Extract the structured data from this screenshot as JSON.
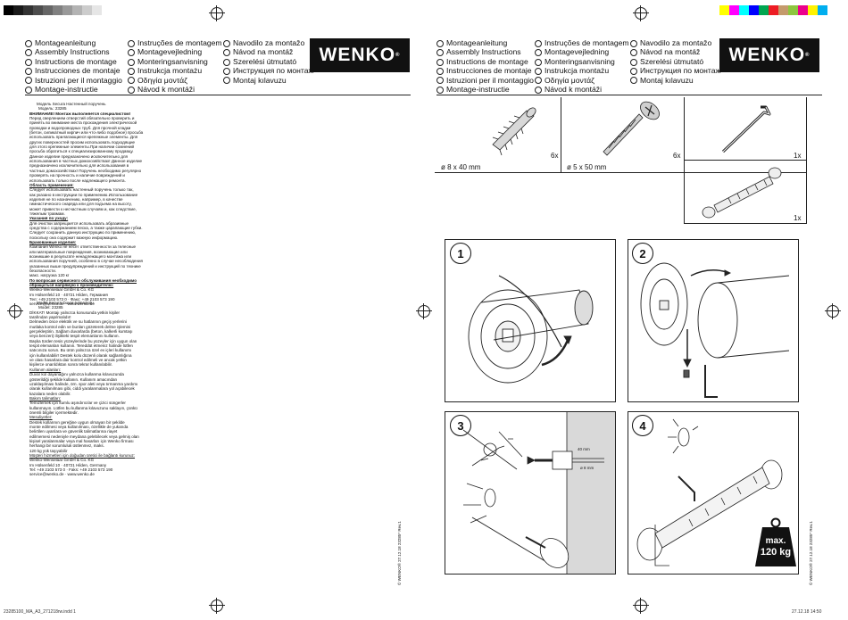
{
  "color_bar": [
    "#000000",
    "#1a1a1a",
    "#333333",
    "#4d4d4d",
    "#666666",
    "#808080",
    "#999999",
    "#b3b3b3",
    "#cccccc",
    "#e6e6e6",
    "#ffffff",
    "#ffffff"
  ],
  "color_bar_right": [
    "#ffff00",
    "#ff00ff",
    "#00ffff",
    "#0000ff",
    "#00a651",
    "#ed1c24",
    "#c49a6c",
    "#8dc63f",
    "#ec008c",
    "#fff200",
    "#00aeef",
    "#ffffff"
  ],
  "languages": {
    "col1": [
      "Montageanleitung",
      "Assembly Instructions",
      "Instructions de montage",
      "Instrucciones de montaje",
      "Istruzioni per il montaggio",
      "Montage-instructie"
    ],
    "col2": [
      "Instruções de montagem",
      "Montagevejledning",
      "Monteringsanvisning",
      "Instrukcja montażu",
      "Οδηγία μοντάζ",
      "Návod k montáži"
    ],
    "col3": [
      "Navodilo za montažo",
      "Návod na montáž",
      "Szerelési útmutató",
      "Инструкция по монтаж",
      "Montaj kılavuzu"
    ]
  },
  "brand": "WENKO",
  "russian": {
    "heading": [
      "Модель Secura Настенный поручень",
      "Модель: 23285"
    ],
    "lines": [
      {
        "t": "ВНИМАНИЕ! Монтаж выполняется специалистом!",
        "b": true
      },
      {
        "t": "Перед сверлением отверстий обязательно проверить и"
      },
      {
        "t": "принять во внимание места прохождения электрической"
      },
      {
        "t": "проводки и водопроводных труб. Для прочной кладки"
      },
      {
        "t": "(бетон, силикатный кирпич или что-либо подобное) просьба"
      },
      {
        "t": "использовать прилагающиеся крепежные элементы. Для"
      },
      {
        "t": "других поверхностей просим использовать подходящие"
      },
      {
        "t": "для этого крепежные элементы.При наличии сомнений"
      },
      {
        "t": "просьба обратиться к специализированному продавцу."
      },
      {
        "t": "Данное изделие предназначено исключительно для"
      },
      {
        "t": "использования в частных домохозяйствах! Данное изделие"
      },
      {
        "t": "предназначено исключительно для использования в"
      },
      {
        "t": "частных домохозяйствах! Поручень необходимо регулярно"
      },
      {
        "t": "проверять на прочность и наличие повреждений и"
      },
      {
        "t": "использовать только после надлежащего ремонта."
      },
      {
        "t": "Область применения:",
        "b": true,
        "u": true
      },
      {
        "t": "Следует использовать настенный поручень только так,"
      },
      {
        "t": "как указано в инструкции по применению.Использование"
      },
      {
        "t": "изделия не по назначению, например, в качестве"
      },
      {
        "t": "гимнастического снаряда или для подъема на высоту,"
      },
      {
        "t": "может привести к несчастным случаям и, как следствие,"
      },
      {
        "t": "тяжелым травмам."
      },
      {
        "t": "Указания по уходу:",
        "b": true,
        "u": true
      },
      {
        "t": "Для очистки запрещается использовать абразивные"
      },
      {
        "t": "средства с содержанием песка, а также царапающие губки."
      },
      {
        "t": "Следует сохранить данную инструкцию по применению,"
      },
      {
        "t": "поскольку она содержит важную информацию."
      },
      {
        "t": "Бракованные изделия:",
        "b": true,
        "u": true
      },
      {
        "t": "Компания Wenko не несет ответственности за телесные"
      },
      {
        "t": "или материальные повреждения, возникающие или"
      },
      {
        "t": "возникшие в результате ненадлежащего монтажа или"
      },
      {
        "t": "использования поручней, особенно в случае несоблюдения"
      },
      {
        "t": "указанных выше предупреждений и инструкций по технике"
      },
      {
        "t": "безопасности."
      },
      {
        "t": "макс. нагрузка 120 кг"
      },
      {
        "t": "По вопросам сервисного обслуживания необходимо",
        "b": true,
        "u": true
      },
      {
        "t": "обращаться напрямую к производителю:",
        "b": true,
        "u": true
      },
      {
        "t": "Wenko-Wenselaar GmbH & Co. KG"
      },
      {
        "t": "Im Hülsenfeld 10 · 40721 Hilden, Германия"
      },
      {
        "t": "Тел: +49 2103 573 0 · Факс: +49 2103 573 190"
      },
      {
        "t": "service@wenko.de · www.wenko.de"
      }
    ]
  },
  "turkish": {
    "heading": [
      "Model Secura Duvar tutma kolu",
      "Model: 23285"
    ],
    "lines": [
      {
        "t": "DİKKAT! Montajı yalnızca konusunda yetkin kişiler"
      },
      {
        "t": "tarafından yapılmalıdır!"
      },
      {
        "t": "Delmeden önce elektrik ve su hatlarının geçiş yerlerini"
      },
      {
        "t": "mutlaka kontrol edin ve bunları gözeterek delme işlemini"
      },
      {
        "t": "gerçekleştirin. Sağlam duvarlarda (beton, kalkerli kumtaşı"
      },
      {
        "t": "veya benzeri) ilişikteki tespit elemanlarını kullanın."
      },
      {
        "t": "Başka türden tesis yüzeylerinde bu yüzeyler için uygun olan"
      },
      {
        "t": "tespit elemanları kullanın. Tereddüt etmeniz halinde lütfen"
      },
      {
        "t": "satıcınıza sorun. Bu ürün yalnızca özel ev içleri kullanımı"
      },
      {
        "t": "için kullanılabilir! Destek kolu düzenli olarak sağlamlığına"
      },
      {
        "t": "ve olası hasarlara dair kontrol edilmeli ve ancak yetkin"
      },
      {
        "t": "kişilerce onarıldıktan sonra tekrar kullanılabilir."
      },
      {
        "t": "Kullanım alanları:",
        "u": true
      },
      {
        "t": "Duvar kol dayanağını yalnızca kullanma kılavuzunda"
      },
      {
        "t": "gösterildiği şekilde kullanın. Kullanım amacından"
      },
      {
        "t": "uzaklaşılması halinde, örn. spor aleti veya tırmanma yardımı"
      },
      {
        "t": "olarak kullanılması gibi, ciddi yaralanmalara yol açabilecek"
      },
      {
        "t": "kazalara neden olabilir."
      },
      {
        "t": "Bakım talimatları:",
        "u": true
      },
      {
        "t": "Temizlemek için kumlu aşındırıcılar ve çizici süngerler"
      },
      {
        "t": "kullanmayın. Lütfen bu kullanma kılavuzunu saklayın, çünkü"
      },
      {
        "t": "önemli bilgiler içermektedir."
      },
      {
        "t": "Mesuliyetler:",
        "u": true
      },
      {
        "t": "Destek kollarının gereğine uygun olmayan bir şekilde"
      },
      {
        "t": "monte edilmesi veya kullanılması, özellikle de yukarıda"
      },
      {
        "t": "belirtilen uyarılara ve güvenlik talimatlarına riayet"
      },
      {
        "t": "edilmemesi nedeniyle meydana gelebilecek veya gelmiş olan"
      },
      {
        "t": "kişisel yaralanmalar veya mal hasarları için Wenko firması"
      },
      {
        "t": "herhangi bir sorumluluk üstlenmez, maks."
      },
      {
        "t": "120 kg yük taşıyabilir"
      },
      {
        "t": "Müşteri hizmetleri için doğudan üretici ile bağlantı kurunuz:",
        "u": true
      },
      {
        "t": "Wenko-Wenselaar GmbH & Co. KG"
      },
      {
        "t": "Im Hülsenfeld 10 · 40721 Hilden, Germany"
      },
      {
        "t": "Tel: +49 2103 573 0 · Faks: +49 2103 573 190"
      },
      {
        "t": "service@wenko.de · www.wenko.de"
      }
    ]
  },
  "parts": {
    "dowel": {
      "qty": "6x",
      "size": "ø 8 x 40 mm"
    },
    "screw": {
      "qty": "6x",
      "size": "ø 5 x 50 mm"
    },
    "key": {
      "qty": "1x"
    },
    "rail": {
      "qty": "1x"
    }
  },
  "steps": [
    "1",
    "2",
    "3",
    "4"
  ],
  "drill_labels": {
    "depth": "40 mm",
    "diameter": "ø 8 mm"
  },
  "load": {
    "line1": "max.",
    "line2": "120 kg"
  },
  "vertical_code": "© WENKO® 27.12.18 23285* Rev.1",
  "footer": {
    "file": "23285100_MA_A3_271218rw.indd   1",
    "date": "27.12.18   14:50"
  }
}
